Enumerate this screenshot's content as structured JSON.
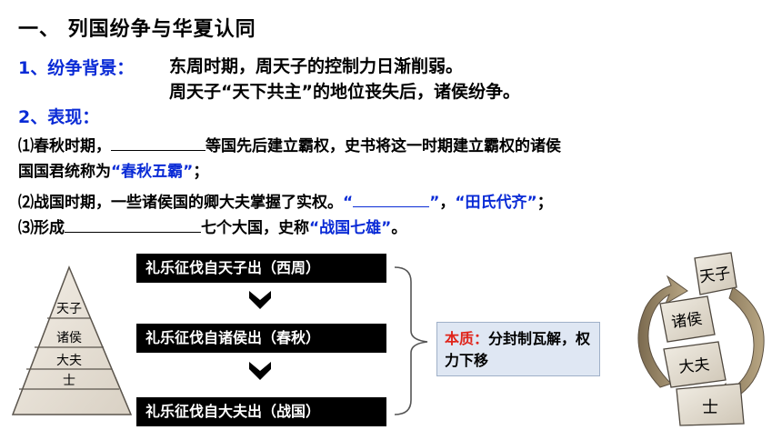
{
  "heading": "一、 列国纷争与华夏认同",
  "background": {
    "label": "1、纷争背景：",
    "line1": "东周时期，周天子的控制力日渐削弱。",
    "line2": "周天子“天下共主”的地位丧失后，诸侯纷争。"
  },
  "manifest": {
    "label": "2、表现：",
    "p1_a": "⑴春秋时期，",
    "p1_b": "等国先后建立霸权，史书将这一时期建立霸权的诸侯",
    "p1_c": "国国君统称为",
    "p1_term": "“春秋五霸”",
    "p1_end": "；",
    "p2_a": "⑵战国时期，一些诸侯国的卿大夫掌握了实权。",
    "p2_q_open": "“",
    "p2_q_close": "”",
    "p2_comma": "，",
    "p2_term": "“田氏代齐”",
    "p2_end": "；",
    "p3_a": "⑶形成",
    "p3_b": "七个大国，史称",
    "p3_term": "“战国七雄”",
    "p3_end": "。"
  },
  "flow": {
    "step1": "礼乐征伐自天子出（西周）",
    "step2": "礼乐征伐自诸侯出（春秋）",
    "step3": "礼乐征伐自大夫出（战国）"
  },
  "essence": {
    "label": "本质：",
    "text": "分封制瓦解，权力下移"
  },
  "pyramid": [
    "天子",
    "诸侯",
    "大夫",
    "士"
  ],
  "cycle": [
    "天子",
    "诸侯",
    "大夫",
    "士"
  ],
  "colors": {
    "blue": "#0a2bd6",
    "red": "#e0251b",
    "bar": "#000000",
    "essence_bg": "#dfe7f3"
  }
}
